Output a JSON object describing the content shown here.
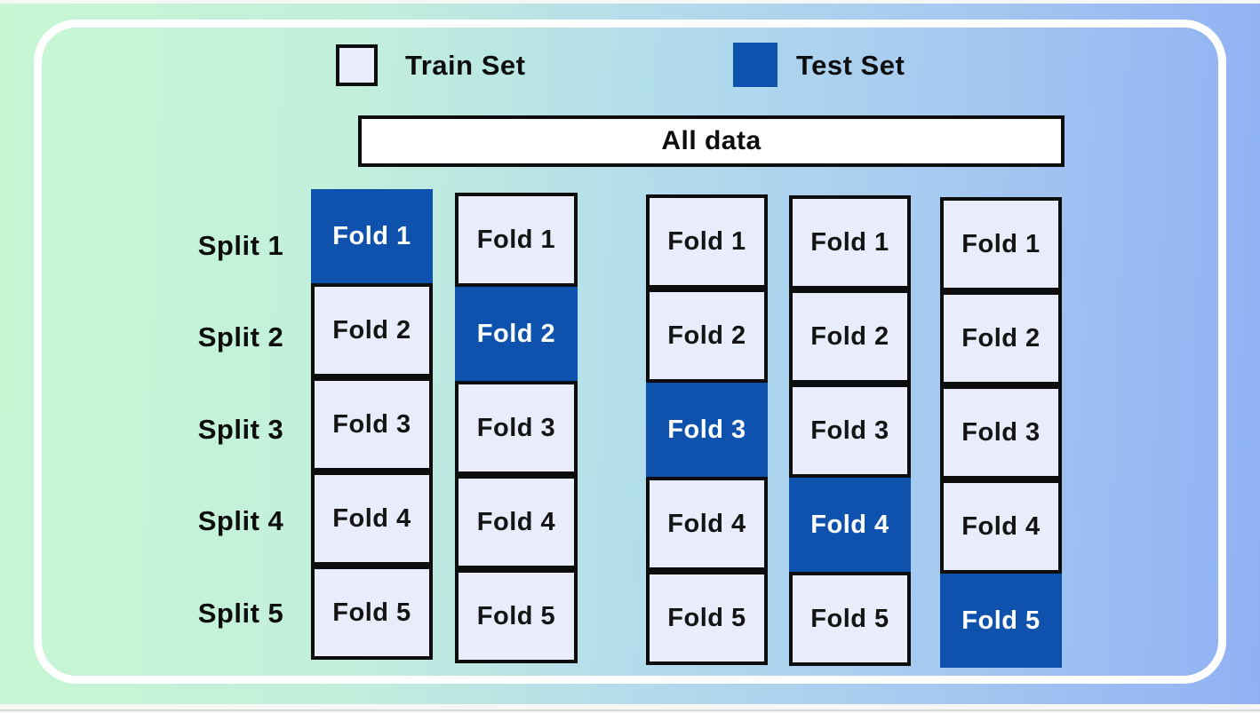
{
  "legend": {
    "train_label": "Train Set",
    "test_label": "Test Set"
  },
  "header": {
    "all_data_label": "All data"
  },
  "splits": [
    "Split 1",
    "Split 2",
    "Split 3",
    "Split 4",
    "Split 5"
  ],
  "colors": {
    "test_set_blue": "#0f52ad",
    "train_set_fill": "#e9ecfa",
    "box_border": "#0d0d0d",
    "frame_border": "#ffffff",
    "background_gradient_left": "#c7f7d3",
    "background_gradient_middle": "#b2dcec",
    "background_gradient_right": "#8fb1f4"
  },
  "grid": {
    "description": "5-fold cross-validation: each column is one split, the diagonal fold is the test set",
    "columns": [
      {
        "cells": [
          {
            "label": "Fold 1",
            "type": "test"
          },
          {
            "label": "Fold 2",
            "type": "train"
          },
          {
            "label": "Fold 3",
            "type": "train"
          },
          {
            "label": "Fold 4",
            "type": "train"
          },
          {
            "label": "Fold 5",
            "type": "train"
          }
        ]
      },
      {
        "cells": [
          {
            "label": "Fold 1",
            "type": "train"
          },
          {
            "label": "Fold 2",
            "type": "test"
          },
          {
            "label": "Fold 3",
            "type": "train"
          },
          {
            "label": "Fold 4",
            "type": "train"
          },
          {
            "label": "Fold 5",
            "type": "train"
          }
        ]
      },
      {
        "cells": [
          {
            "label": "Fold 1",
            "type": "train"
          },
          {
            "label": "Fold 2",
            "type": "train"
          },
          {
            "label": "Fold 3",
            "type": "test"
          },
          {
            "label": "Fold 4",
            "type": "train"
          },
          {
            "label": "Fold 5",
            "type": "train"
          }
        ]
      },
      {
        "cells": [
          {
            "label": "Fold 1",
            "type": "train"
          },
          {
            "label": "Fold 2",
            "type": "train"
          },
          {
            "label": "Fold 3",
            "type": "train"
          },
          {
            "label": "Fold 4",
            "type": "test"
          },
          {
            "label": "Fold 5",
            "type": "train"
          }
        ]
      },
      {
        "cells": [
          {
            "label": "Fold 1",
            "type": "train"
          },
          {
            "label": "Fold 2",
            "type": "train"
          },
          {
            "label": "Fold 3",
            "type": "train"
          },
          {
            "label": "Fold 4",
            "type": "train"
          },
          {
            "label": "Fold 5",
            "type": "test"
          }
        ]
      }
    ]
  }
}
